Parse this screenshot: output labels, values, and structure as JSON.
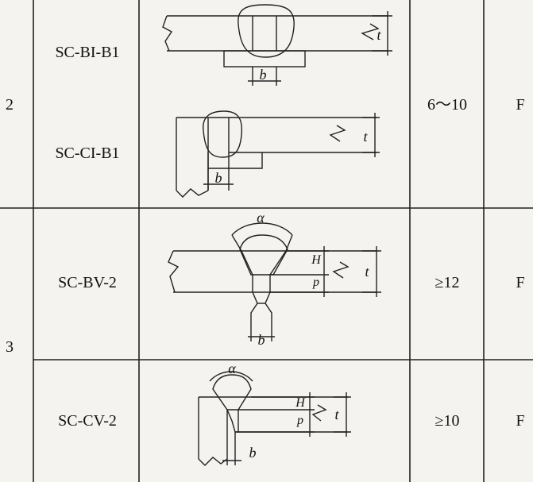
{
  "rows": [
    {
      "no": "2",
      "codes": [
        "SC-BI-B1",
        "SC-CI-B1"
      ],
      "thickness": "6～10",
      "position": "F"
    },
    {
      "no": "3",
      "codes": [
        "SC-BV-2",
        "SC-CV-2"
      ],
      "thickness": [
        "≥12",
        "≥10"
      ],
      "position": [
        "F",
        "F"
      ]
    }
  ],
  "dimension_labels": {
    "t": "t",
    "b": "b",
    "alpha": "α",
    "p": "p",
    "H": "H"
  }
}
